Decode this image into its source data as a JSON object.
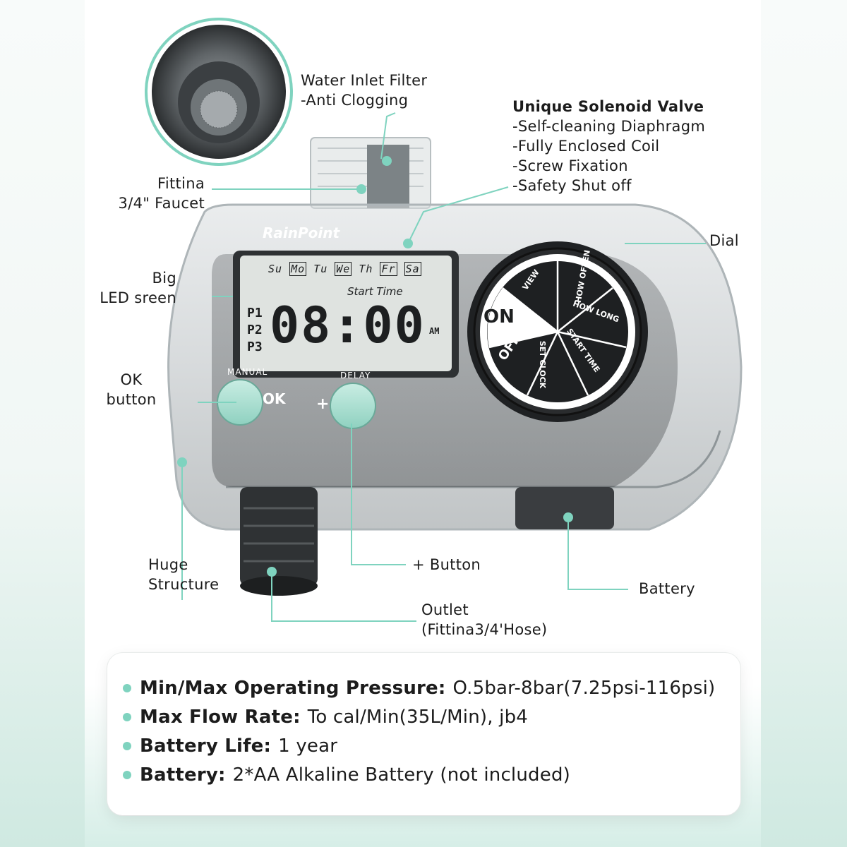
{
  "brand": "RainPoint",
  "colors": {
    "accent": "#7fd3bf",
    "body": "#9aa1a3",
    "dark": "#3a3d40",
    "lcd": "#dfe3e0"
  },
  "callouts": {
    "water_inlet_filter": [
      "Water Inlet Filter",
      "-Anti Clogging"
    ],
    "solenoid_valve": {
      "title": "Unique Solenoid Valve",
      "items": [
        "-Self-cleaning Diaphragm",
        "-Fully Enclosed Coil",
        "-Screw Fixation",
        "-Safety Shut off"
      ]
    },
    "fitting": [
      "Fittina",
      "3/4\" Faucet"
    ],
    "dial": "Dial",
    "led_screen": [
      "Big",
      "LED sreen"
    ],
    "ok_button": [
      "OK",
      "button"
    ],
    "huge_structure": [
      "Huge",
      "Structure"
    ],
    "plus_button": "+ Button",
    "battery": "Battery",
    "outlet": [
      "Outlet",
      "(Fittina3/4'Hose)"
    ]
  },
  "lcd": {
    "days": [
      "Su",
      "Mo",
      "Tu",
      "We",
      "Th",
      "Fr",
      "Sa"
    ],
    "start_time": "Start Time",
    "programs": [
      "P1",
      "P2",
      "P3"
    ],
    "time": "08:00",
    "ampm": "AM"
  },
  "buttons": {
    "manual": "MANUAL",
    "ok": "OK",
    "delay": "DELAY",
    "plus": "+"
  },
  "dial_segments": [
    "ON",
    "VIEW",
    "HOW OFTEN",
    "HOW LONG",
    "START TIME",
    "SET CLOCK",
    "OFF"
  ],
  "specs": [
    {
      "key": "Min/Max Operating Pressure:",
      "value": "O.5bar-8bar(7.25psi-116psi)"
    },
    {
      "key": "Max Flow Rate:",
      "value": "To cal/Min(35L/Min), jb4"
    },
    {
      "key": "Battery Life:",
      "value": "1 year"
    },
    {
      "key": "Battery:",
      "value": "2*AA Alkaline Battery (not included)"
    }
  ]
}
